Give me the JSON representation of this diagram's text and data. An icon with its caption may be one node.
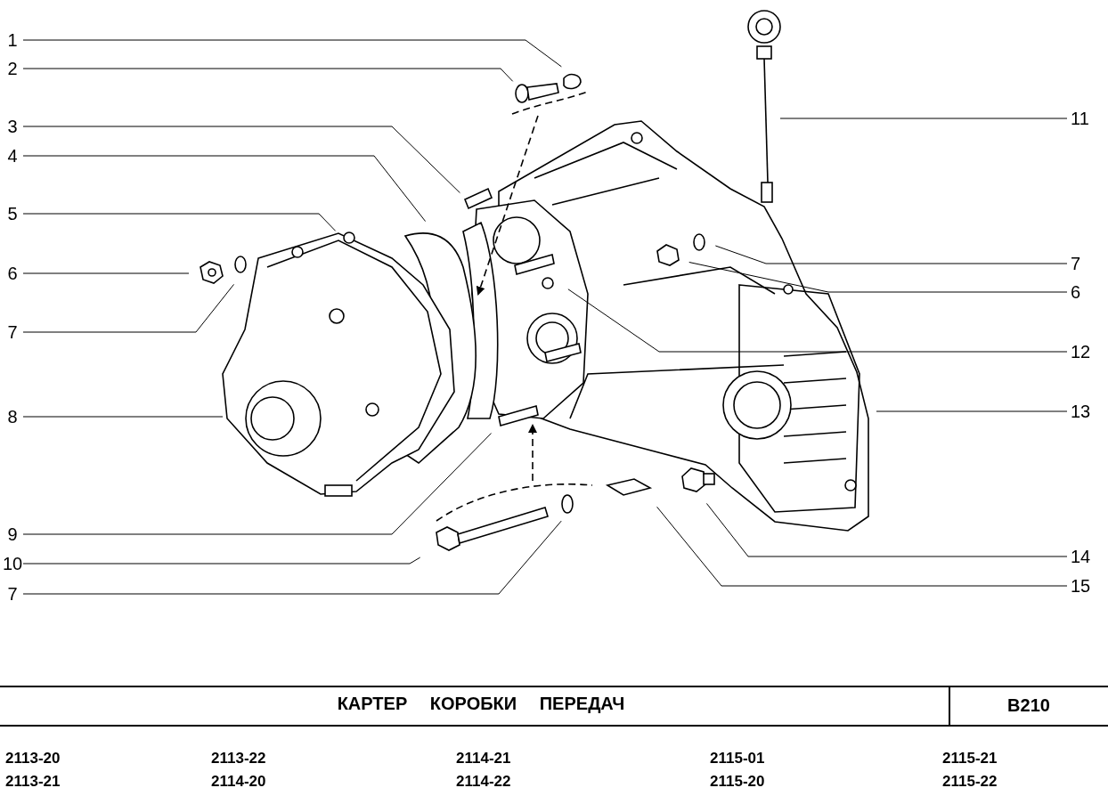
{
  "diagram": {
    "title": "КАРТЕР КОРОБКИ ПЕРЕДАЧ",
    "nodes": [
      {
        "text": [
          "1"
        ]
      },
      {
        "text": [
          "2"
        ]
      },
      {
        "text": [
          "3"
        ]
      },
      {
        "text": [
          "4"
        ]
      },
      {
        "text": [
          "5"
        ]
      },
      {
        "text": [
          "6"
        ]
      },
      {
        "text": [
          "7"
        ]
      },
      {
        "text": [
          "8"
        ]
      },
      {
        "text": [
          "9"
        ]
      },
      {
        "text": [
          "10"
        ]
      },
      {
        "text": [
          "7"
        ]
      },
      {
        "text": [
          "11"
        ]
      },
      {
        "text": [
          "7"
        ]
      },
      {
        "text": [
          "6"
        ]
      },
      {
        "text": [
          "12"
        ]
      },
      {
        "text": [
          "13"
        ]
      },
      {
        "text": [
          "14"
        ]
      },
      {
        "text": [
          "15"
        ]
      }
    ],
    "edges": [
      {
        "from": 0,
        "to": null,
        "arrow": "none"
      },
      {
        "from": 1,
        "to": null,
        "arrow": "none"
      },
      {
        "from": 2,
        "to": null,
        "arrow": "none"
      },
      {
        "from": 3,
        "to": null,
        "arrow": "none"
      },
      {
        "from": 4,
        "to": null,
        "arrow": "none"
      },
      {
        "from": 5,
        "to": null,
        "arrow": "none"
      },
      {
        "from": 6,
        "to": null,
        "arrow": "none"
      },
      {
        "from": 7,
        "to": null,
        "arrow": "none"
      },
      {
        "from": 8,
        "to": null,
        "arrow": "none"
      },
      {
        "from": 9,
        "to": null,
        "arrow": "none"
      },
      {
        "from": 10,
        "to": null,
        "arrow": "none"
      },
      {
        "from": 11,
        "to": null,
        "arrow": "none"
      },
      {
        "from": 12,
        "to": null,
        "arrow": "none"
      },
      {
        "from": 13,
        "to": null,
        "arrow": "none"
      },
      {
        "from": 14,
        "to": null,
        "arrow": "none"
      },
      {
        "from": 15,
        "to": null,
        "arrow": "none"
      },
      {
        "from": 16,
        "to": null,
        "arrow": "none"
      },
      {
        "from": 17,
        "to": null,
        "arrow": "none"
      }
    ],
    "labels": [
      "B210",
      "2113-20",
      "2113-22",
      "2114-21",
      "2115-01",
      "2115-21",
      "2113-21",
      "2114-20",
      "2114-22",
      "2115-20",
      "2115-22"
    ]
  }
}
